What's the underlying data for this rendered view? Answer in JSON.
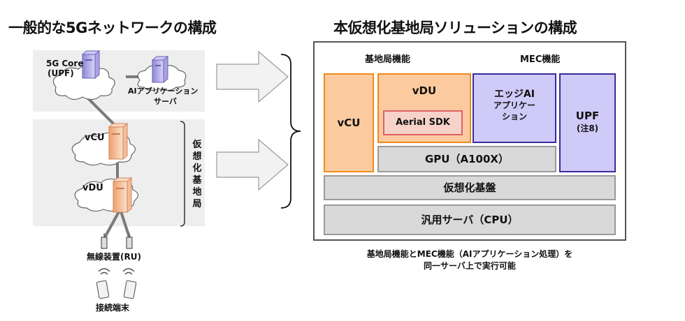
{
  "left": {
    "title": "一般的な5Gネットワークの構成",
    "core_label_1": "5G Core",
    "core_label_2": "(UPF)",
    "ai_server_1": "AIアプリケーション",
    "ai_server_2": "サーバ",
    "vcu": "vCU",
    "vdu": "vDU",
    "vbs_chars": [
      "仮",
      "想",
      "化",
      "基",
      "地",
      "局"
    ],
    "ru": "無線装置(RU)",
    "terminal": "接続端末"
  },
  "right": {
    "title": "本仮想化基地局ソリューションの構成",
    "bs_function": "基地局機能",
    "mec_function": "MEC機能",
    "vcu": "vCU",
    "vdu": "vDU",
    "aerial": "Aerial SDK",
    "edge_ai_1": "エッジAI",
    "edge_ai_2": "アプリケー",
    "edge_ai_3": "ション",
    "upf": "UPF",
    "upf_note": "(注8)",
    "gpu": "GPU（A100X）",
    "virt": "仮想化基盤",
    "server": "汎用サーバ（CPU）",
    "caption_1": "基地局機能とMEC機能（AIアプリケーション処理）を",
    "caption_2": "同一サーバ上で実行可能"
  }
}
